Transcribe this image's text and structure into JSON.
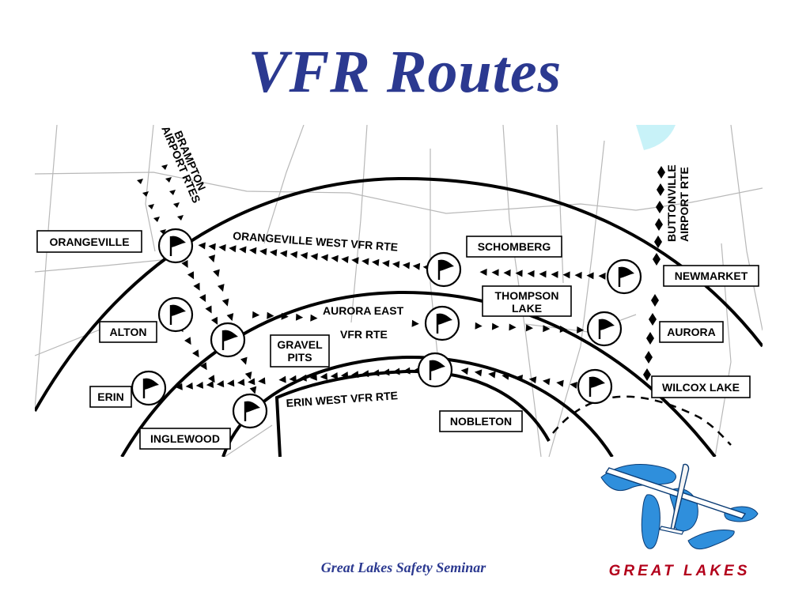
{
  "slide": {
    "title": "VFR Routes",
    "footer": "Great Lakes Safety Seminar",
    "logo_text": "GREAT LAKES",
    "colors": {
      "title": "#2b3990",
      "map_line": "#000000",
      "road": "#b8b8b8",
      "water": "#c8f2f8",
      "logo_water": "#2f8fdc",
      "logo_text": "#b3001b"
    }
  },
  "map": {
    "towns": [
      {
        "id": "orangeville",
        "label": "ORANGEVILLE"
      },
      {
        "id": "schomberg",
        "label": "SCHOMBERG"
      },
      {
        "id": "newmarket",
        "label": "NEWMARKET"
      },
      {
        "id": "thompson",
        "lines": [
          "THOMPSON",
          "LAKE"
        ]
      },
      {
        "id": "alton",
        "label": "ALTON"
      },
      {
        "id": "aurora",
        "label": "AURORA"
      },
      {
        "id": "gravel",
        "lines": [
          "GRAVEL",
          "PITS"
        ]
      },
      {
        "id": "erin",
        "label": "ERIN"
      },
      {
        "id": "wilcox",
        "label": "WILCOX LAKE"
      },
      {
        "id": "inglewood",
        "label": "INGLEWOOD"
      },
      {
        "id": "nobleton",
        "label": "NOBLETON"
      }
    ],
    "routes": {
      "orangeville_west": "ORANGEVILLE WEST VFR RTE",
      "aurora_east_1": "AURORA EAST",
      "aurora_east_2": "VFR RTE",
      "erin_west": "ERIN WEST VFR RTE",
      "brampton_1": "BRAMPTON",
      "brampton_2": "AIRPORT RTES",
      "buttonville_1": "BUTTONVILLE",
      "buttonville_2": "AIRPORT RTE"
    }
  }
}
